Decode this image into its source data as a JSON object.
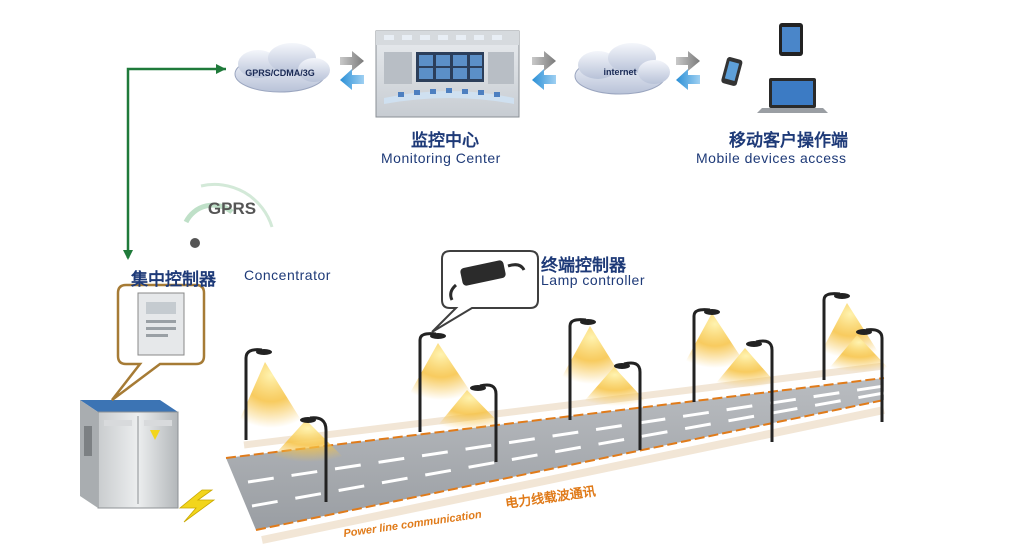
{
  "network": {
    "gprs_cloud_label": "GPRS/CDMA/3G",
    "internet_cloud_label": "internet",
    "gprs_signal_label": "GPRS"
  },
  "monitoring_center": {
    "label_cn": "监控中心",
    "label_en": "Monitoring Center"
  },
  "mobile_access": {
    "label_cn": "移动客户操作端",
    "label_en": "Mobile devices access"
  },
  "concentrator": {
    "label_cn": "集中控制器",
    "label_en": "Concentrator"
  },
  "lamp_controller": {
    "label_cn": "终端控制器",
    "label_en": "Lamp controller"
  },
  "plc": {
    "label_en": "Power line communication",
    "label_cn": "电力线载波通讯"
  },
  "colors": {
    "accent_blue": "#1e3a78",
    "link_green": "#1f7a3a",
    "plc_orange": "#e07b1a",
    "lamp_glow": "#f6c243"
  }
}
